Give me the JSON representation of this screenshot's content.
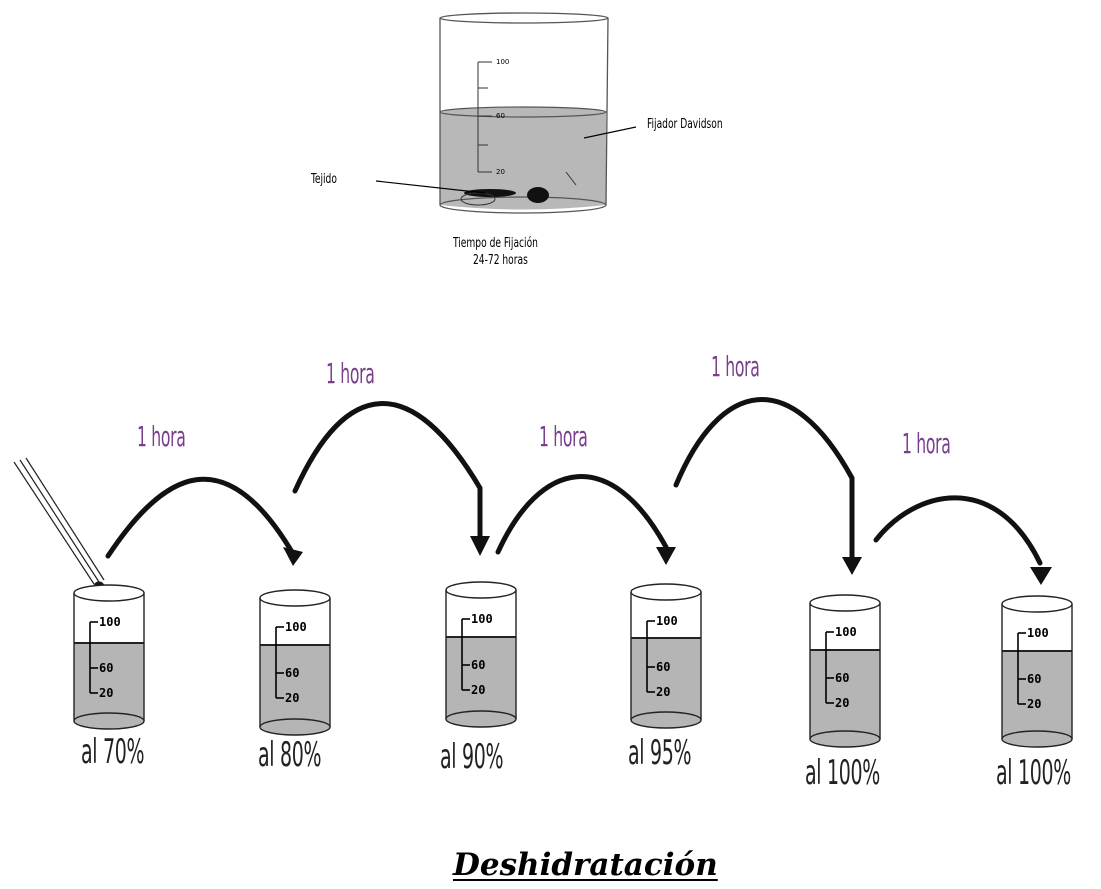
{
  "fixation": {
    "fixative_label": "Fijador Davidson",
    "tissue_label": "Tejido",
    "time_line1": "Tiempo de Fijación",
    "time_line2": "24-72 horas",
    "beaker_ticks": [
      "100",
      "60",
      "20"
    ]
  },
  "steps": {
    "interval_label": "1 hora",
    "cylinder_ticks": [
      "100",
      "60",
      "20"
    ],
    "concentrations": [
      "al 70%",
      "al 80%",
      "al 90%",
      "al 95%",
      "al 100%",
      "al 100%"
    ]
  },
  "title": "Deshidratación"
}
